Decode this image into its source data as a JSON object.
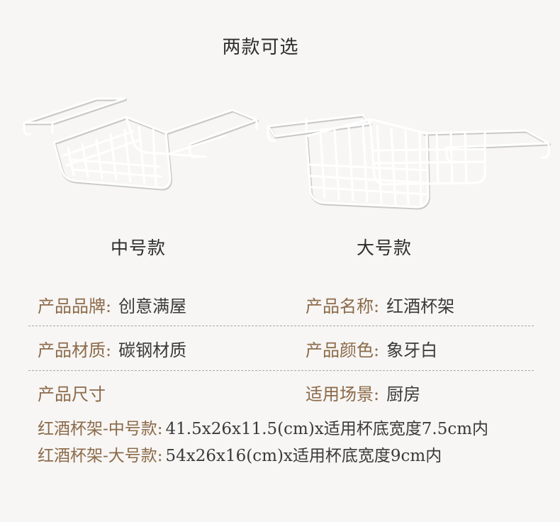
{
  "headline": "两款可选",
  "variants": {
    "medium": "中号款",
    "large": "大号款"
  },
  "specs": {
    "brand": {
      "label": "产品品牌:",
      "value": "创意满屋"
    },
    "name": {
      "label": "产品名称:",
      "value": "红酒杯架"
    },
    "material": {
      "label": "产品材质:",
      "value": "碳钢材质"
    },
    "color": {
      "label": "产品颜色:",
      "value": "象牙白"
    },
    "size": {
      "label": "产品尺寸",
      "value": ""
    },
    "scene": {
      "label": "适用场景:",
      "value": "厨房"
    }
  },
  "sizes": [
    {
      "label": "红酒杯架-中号款:",
      "value": "41.5x26x11.5(cm)x适用杯底宽度7.5cm内"
    },
    {
      "label": "红酒杯架-大号款:",
      "value": "54x26x16(cm)x适用杯底宽度9cm内"
    }
  ],
  "colors": {
    "background": "#f7f6f4",
    "label_brown": "#8c6a4a",
    "text": "#3a3a3a",
    "rack_white": "#ffffff",
    "rack_shadow": "#cfcfcf"
  }
}
